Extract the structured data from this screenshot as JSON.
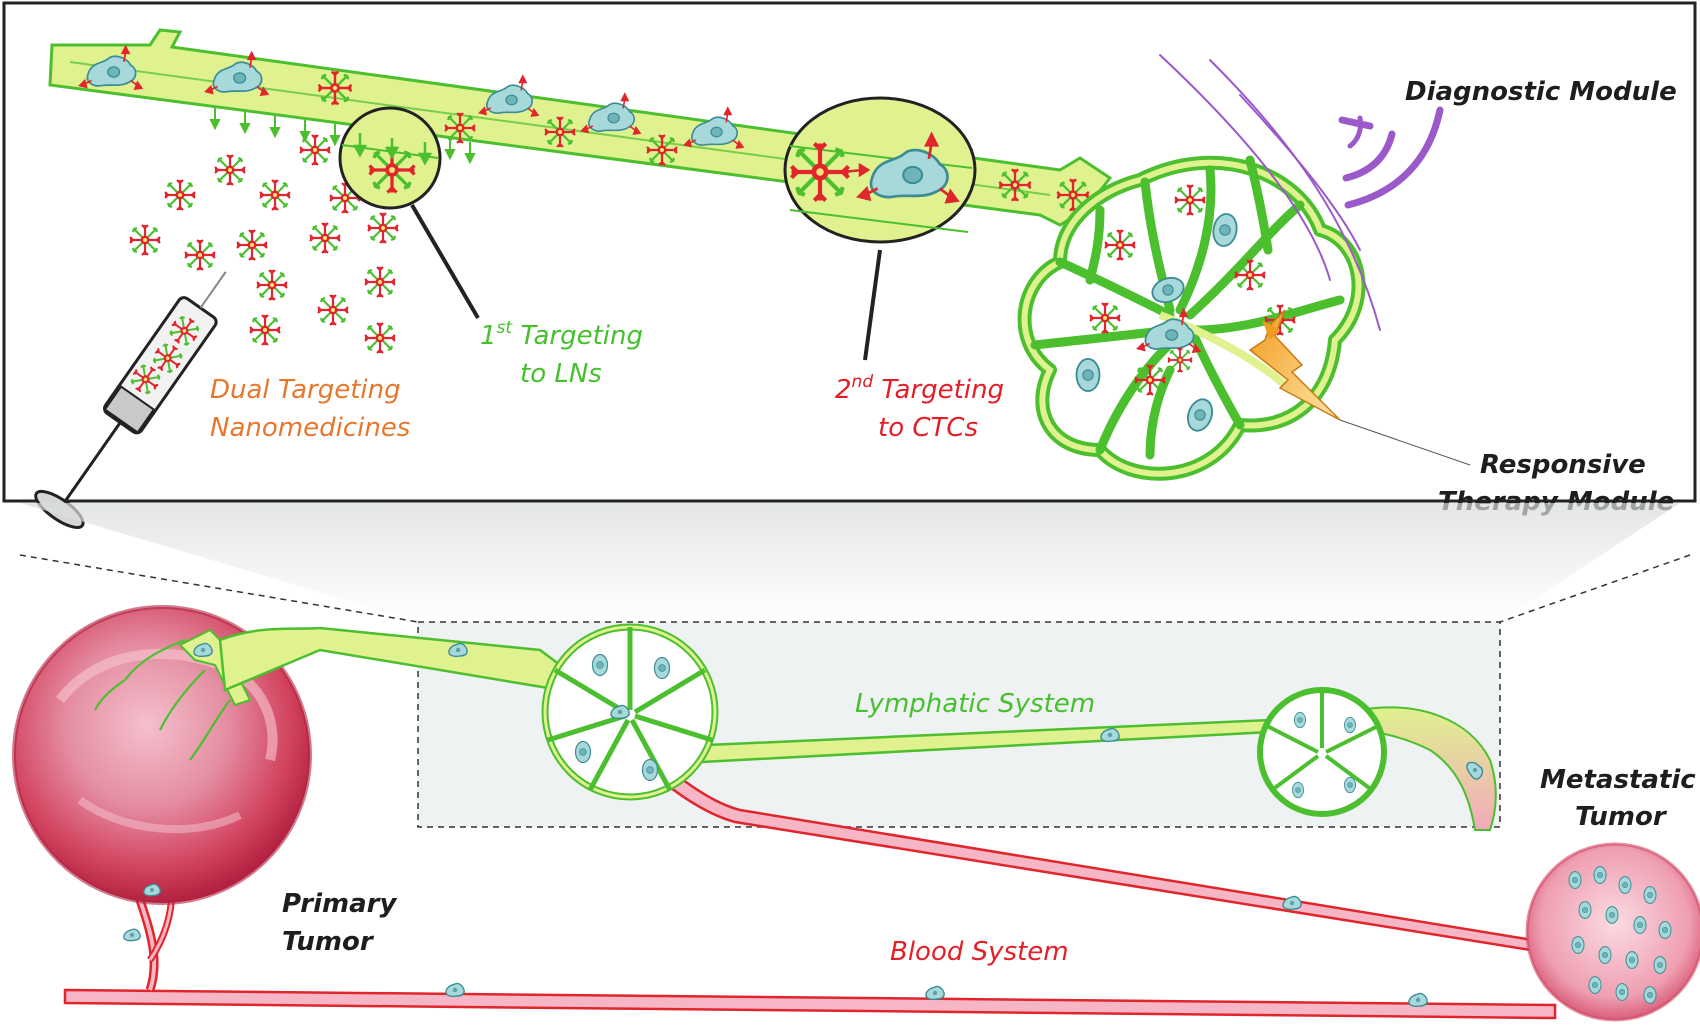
{
  "labels": {
    "diagnostic_module": "Diagnostic Module",
    "dual_line1": "Dual Targeting",
    "dual_line2": "Nanomedicines",
    "first_line1_pre": "1",
    "first_line1_sup": "st",
    "first_line1_post": " Targeting",
    "first_line2": "to LNs",
    "second_line1_pre": "2",
    "second_line1_sup": "nd",
    "second_line1_post": " Targeting",
    "second_line2": "to CTCs",
    "responsive_line1": "Responsive",
    "responsive_line2": "Therapy Module",
    "lymphatic_system": "Lymphatic System",
    "metastatic_line1": "Metastatic",
    "metastatic_line2": "Tumor",
    "primary_line1": "Primary",
    "primary_line2": "Tumor",
    "blood_system": "Blood System"
  },
  "colors": {
    "lymph_fill": "#dff28f",
    "lymph_stroke": "#4cbf2f",
    "blood_fill": "#f7b6c6",
    "blood_stroke": "#e0262c",
    "cell_fill": "#9fd4d6",
    "cell_stroke": "#3b8c95",
    "nano_red": "#e0262c",
    "nano_green": "#4cbf2f",
    "diagnostic_purple": "#9b59c9",
    "bolt_orange": "#f5a623",
    "tumor": "#d94a67",
    "inset_bg": "#eef2f2"
  },
  "icons": [
    "syringe-icon",
    "nanoparticle-icon",
    "cancer-cell-icon",
    "diagnostic-wave-icon",
    "lightning-bolt-icon",
    "lymph-node-icon",
    "tumor-icon"
  ]
}
